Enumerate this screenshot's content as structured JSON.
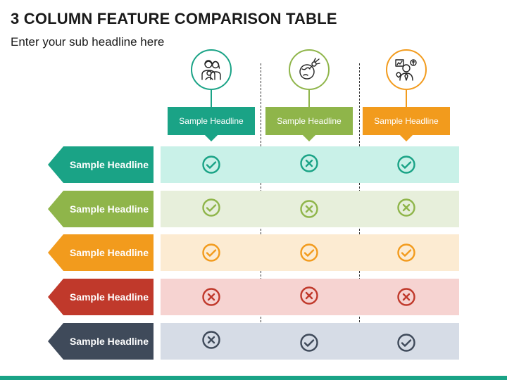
{
  "title": "3 COLUMN FEATURE COMPARISON TABLE",
  "subtitle": "Enter your sub headline here",
  "columns": [
    {
      "label": "Sample Headline",
      "color": "#1aa386",
      "icon": "family-icon"
    },
    {
      "label": "Sample Headline",
      "color": "#8fb54a",
      "icon": "globe-meteor-icon"
    },
    {
      "label": "Sample Headline",
      "color": "#f29b1d",
      "icon": "businessman-icon"
    }
  ],
  "rows": [
    {
      "label": "Sample Headline",
      "color": "#1aa386",
      "band": "#c9f1e8",
      "marks": [
        "check",
        "cross",
        "check"
      ]
    },
    {
      "label": "Sample Headline",
      "color": "#8fb54a",
      "band": "#e7efdb",
      "marks": [
        "check",
        "cross",
        "cross"
      ]
    },
    {
      "label": "Sample Headline",
      "color": "#f29b1d",
      "band": "#fcebd2",
      "marks": [
        "check",
        "check",
        "check"
      ]
    },
    {
      "label": "Sample Headline",
      "color": "#c0392b",
      "band": "#f6d3d1",
      "marks": [
        "cross",
        "cross",
        "cross"
      ]
    },
    {
      "label": "Sample Headline",
      "color": "#3f4a5a",
      "band": "#d6dce6",
      "marks": [
        "cross",
        "check",
        "check"
      ]
    }
  ]
}
